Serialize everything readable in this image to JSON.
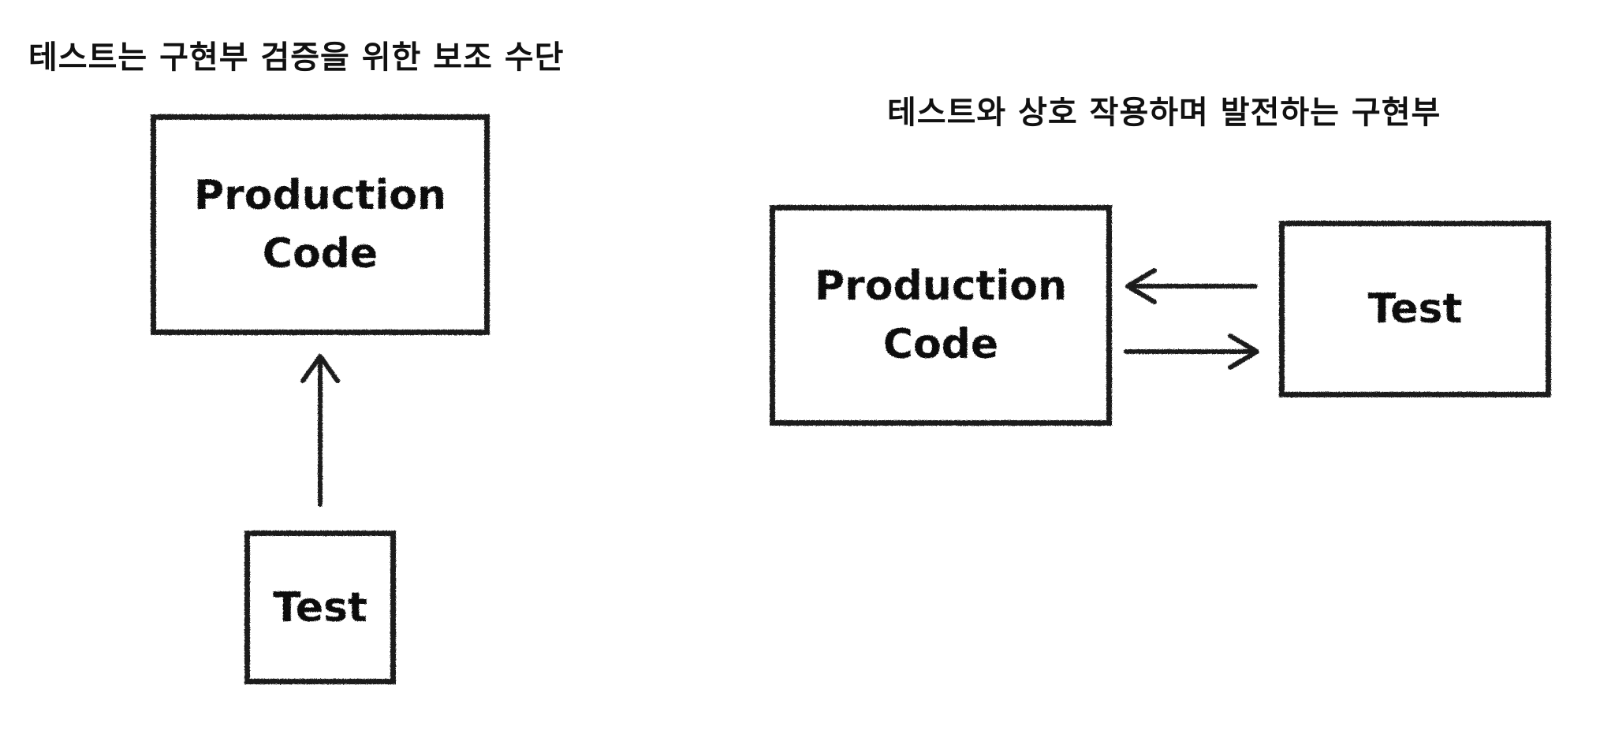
{
  "left_diagram": {
    "title": "테스트는 구현부 검증을 위한 보조 수단",
    "production_box": {
      "line1": "Production",
      "line2": "Code"
    },
    "test_box": {
      "label": "Test"
    }
  },
  "right_diagram": {
    "title": "테스트와 상호 작용하며 발전하는 구현부",
    "production_box": {
      "line1": "Production",
      "line2": "Code"
    },
    "test_box": {
      "label": "Test"
    }
  },
  "colors": {
    "stroke": "#1a1a1a",
    "text": "#111111",
    "background": "#ffffff"
  }
}
